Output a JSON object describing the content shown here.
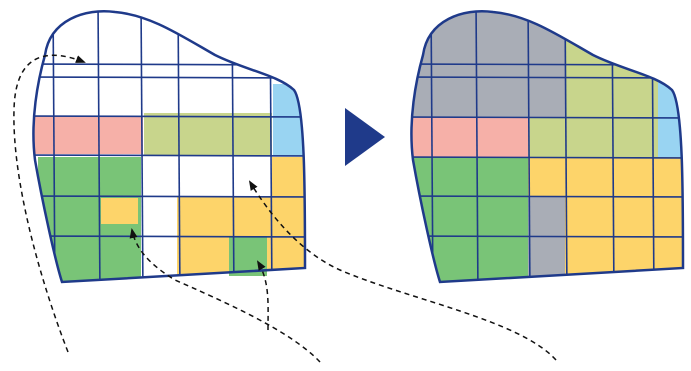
{
  "diagram": {
    "kind": "before-after grid-fill illustration",
    "colors": {
      "outline": "#1f3a8a",
      "grid": "#1f3a8a",
      "arrow": "#1f3a8a",
      "pink": "#f6b0a8",
      "olive": "#c8d58c",
      "lightblue": "#99d4f2",
      "green": "#79c477",
      "yellow": "#fdd46a",
      "gray": "#a9adb6",
      "annotation": "#111111"
    },
    "left_panel": {
      "regions": [
        {
          "name": "pink-band",
          "color": "pink"
        },
        {
          "name": "olive-band",
          "color": "olive"
        },
        {
          "name": "lightblue-corner",
          "color": "lightblue"
        },
        {
          "name": "green-block",
          "color": "green"
        },
        {
          "name": "yellow-block",
          "color": "yellow"
        },
        {
          "name": "small-yellow-patch",
          "color": "yellow"
        },
        {
          "name": "small-green-patch",
          "color": "green"
        }
      ],
      "empty_cells_pointed_at": 3
    },
    "right_panel": {
      "regions": [
        {
          "name": "gray-top",
          "color": "gray"
        },
        {
          "name": "olive-right",
          "color": "olive"
        },
        {
          "name": "lightblue-corner",
          "color": "lightblue"
        },
        {
          "name": "pink-band",
          "color": "pink"
        },
        {
          "name": "green-block",
          "color": "green"
        },
        {
          "name": "gray-column",
          "color": "gray"
        },
        {
          "name": "yellow-block",
          "color": "yellow"
        }
      ]
    },
    "transition_icon": "play-triangle-icon",
    "annotation_lines": 4
  }
}
